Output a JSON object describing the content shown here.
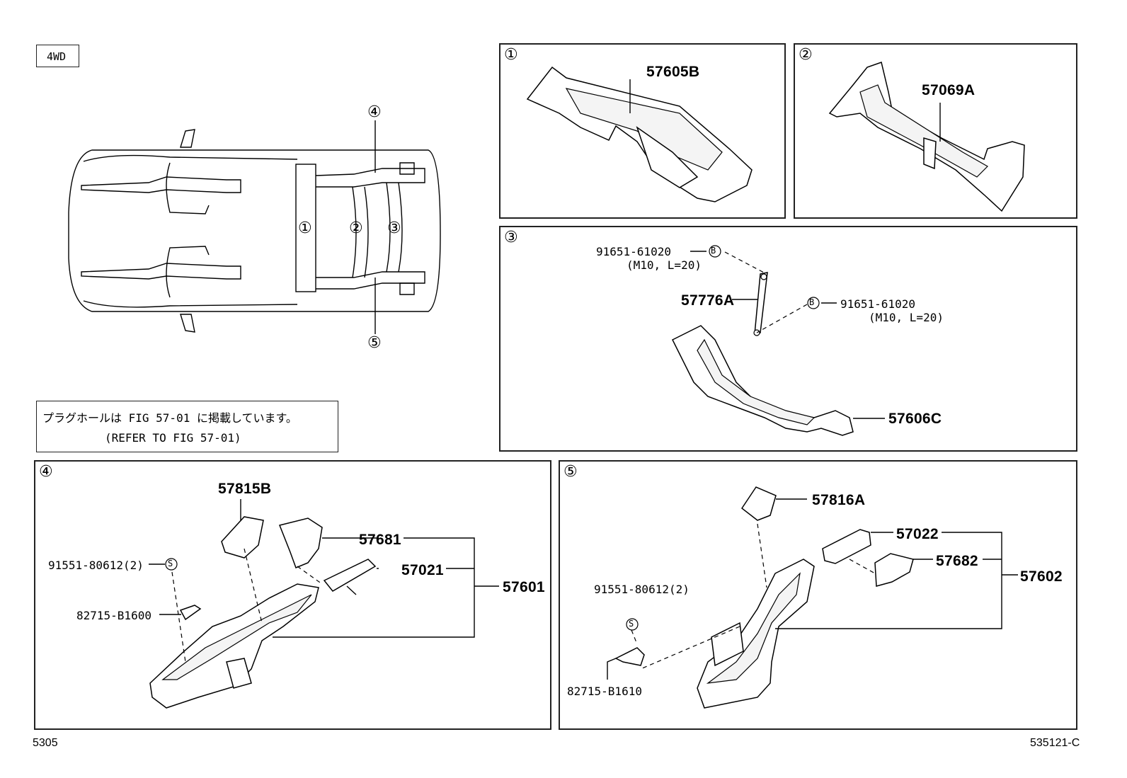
{
  "variant_tag": "4WD",
  "note": {
    "line1": "プラグホールは FIG 57-01 に掲載しています。",
    "line2": "(REFER TO FIG 57-01)"
  },
  "overview": {
    "callouts": [
      "①",
      "②",
      "③",
      "④",
      "⑤"
    ]
  },
  "panels": {
    "p1": {
      "number": "①",
      "parts": [
        "57605B"
      ]
    },
    "p2": {
      "number": "②",
      "parts": [
        "57069A"
      ]
    },
    "p3": {
      "number": "③",
      "bolt_a": {
        "part": "91651-61020",
        "spec": "(M10, L=20)",
        "symbol": "B"
      },
      "bolt_b": {
        "part": "91651-61020",
        "spec": "(M10, L=20)",
        "symbol": "B"
      },
      "brace": "57776A",
      "member": "57606C"
    },
    "p4": {
      "number": "④",
      "p57815b": "57815B",
      "p57681": "57681",
      "p57021": "57021",
      "assy": "57601",
      "screw": "91551-80612(2)",
      "screw_symbol": "S",
      "bracket": "82715-B1600"
    },
    "p5": {
      "number": "⑤",
      "p57816a": "57816A",
      "p57022": "57022",
      "p57682": "57682",
      "assy": "57602",
      "screw": "91551-80612(2)",
      "screw_symbol": "S",
      "bracket": "82715-B1610"
    }
  },
  "footer": {
    "left": "5305",
    "right": "535121-C"
  }
}
